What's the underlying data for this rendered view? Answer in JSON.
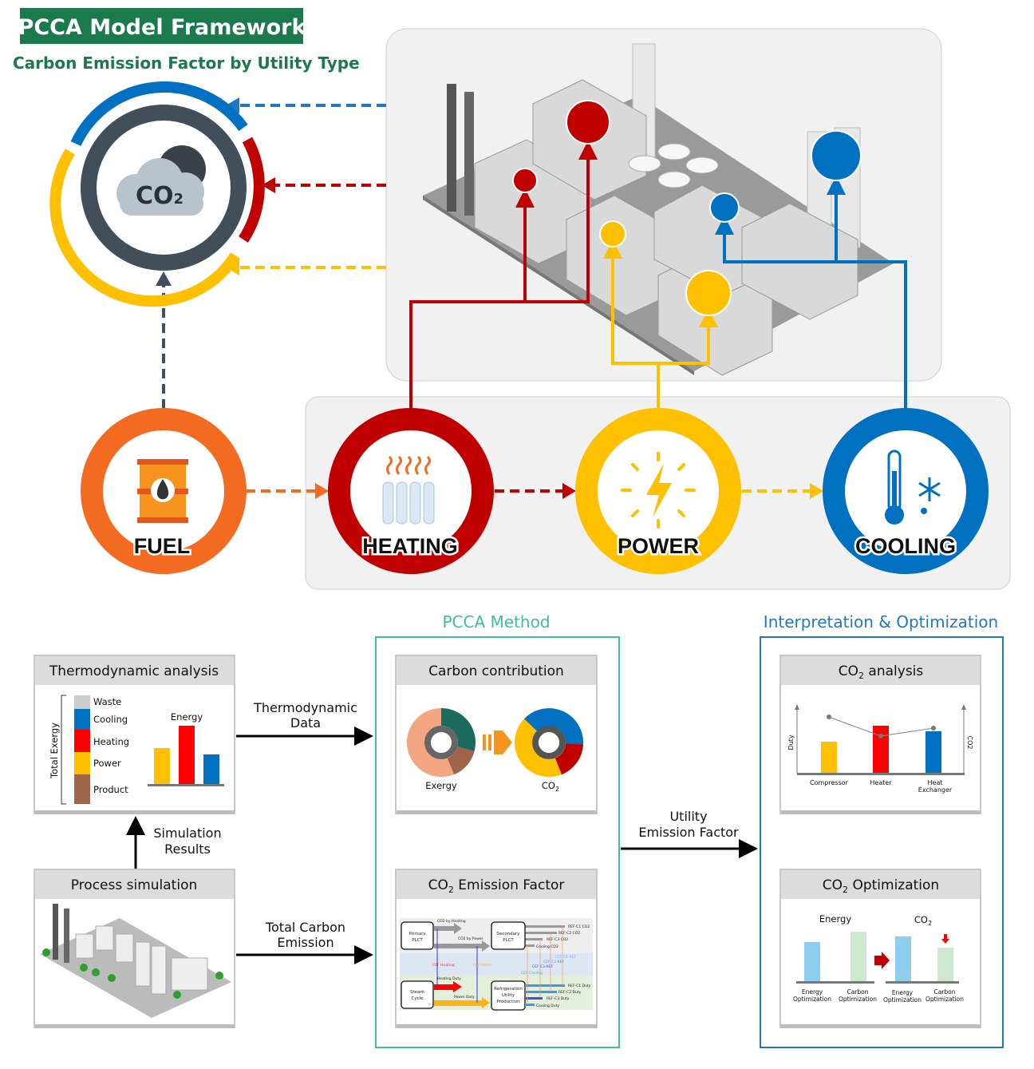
{
  "header": {
    "title": "PCCA Model Framework",
    "subtitle": "Carbon Emission Factor by Utility Type",
    "title_bg": "#1a7a4c",
    "subtitle_color": "#1a7a4c"
  },
  "co2_center": {
    "label_main": "CO",
    "label_sub": "2",
    "icon": "co2-cloud-icon"
  },
  "utilities": [
    {
      "label": "FUEL",
      "color": "#f26b21",
      "icon": "fuel-barrel-icon"
    },
    {
      "label": "HEATING",
      "color": "#c00000",
      "icon": "radiator-heat-icon"
    },
    {
      "label": "POWER",
      "color": "#ffc000",
      "icon": "lightning-icon"
    },
    {
      "label": "COOLING",
      "color": "#0070c0",
      "icon": "thermometer-snowflake-icon"
    }
  ],
  "sections": {
    "pcca_method": {
      "title": "PCCA Method",
      "color": "#3dbf9f"
    },
    "interpretation": {
      "title": "Interpretation & Optimization",
      "color": "#1f78c1"
    }
  },
  "boxes": {
    "thermo": {
      "title": "Thermodynamic analysis",
      "axis_label": "Total Exergy",
      "legend": [
        {
          "label": "Waste",
          "color": "#cccccc"
        },
        {
          "label": "Cooling",
          "color": "#0070c0"
        },
        {
          "label": "Heating",
          "color": "#ff0000"
        },
        {
          "label": "Power",
          "color": "#ffc000"
        },
        {
          "label": "Product",
          "color": "#a0644a"
        }
      ],
      "energy_label": "Energy"
    },
    "process": {
      "title": "Process simulation"
    },
    "carbon": {
      "title": "Carbon contribution",
      "left_label": "Exergy",
      "right_main": "CO",
      "right_sub": "2"
    },
    "emission": {
      "title_main": "CO",
      "title_sub": "2",
      "title_rest": " Emission Factor",
      "nodes": [
        "Primary",
        "PLCT",
        "Secondary",
        "PLCT",
        "Steam",
        "Cycle",
        "Refrigeration",
        "Utility",
        "Production"
      ],
      "flows": [
        "CO2 by Heating",
        "CO2 by Power",
        "REF-C1 CO2",
        "REF-C2 CO2",
        "REF-C3 CO2",
        "Cooling CO2",
        "Heating Duty",
        "Power Duty",
        "REF-C1 Duty",
        "REF-C2 Duty",
        "REF-C3 Duty",
        "Cooling Duty"
      ],
      "factors": [
        "CEF Heating",
        "CEF Power",
        "CEF Cooling",
        "CEF C3-REF",
        "CEF C2-REF",
        "CEF C1-REF"
      ]
    },
    "analysis": {
      "title_main": "CO",
      "title_sub": "2",
      "title_rest": " analysis",
      "y_left": "Duty",
      "y_right": "CO2",
      "categories": [
        "Compressor",
        "Heater",
        "Heat",
        "Exchanger"
      ]
    },
    "optimization": {
      "title_main": "CO",
      "title_sub": "2",
      "title_rest": " Optimization",
      "energy_label": "Energy",
      "co2_main": "CO",
      "co2_sub": "2",
      "cats": [
        "Energy",
        "Optimization",
        "Carbon",
        "Optimization",
        "Energy",
        "Optimization",
        "Carbon",
        "Optimization"
      ]
    }
  },
  "arrows": {
    "thermo_data": [
      "Thermodynamic",
      "Data"
    ],
    "sim_results": [
      "Simulation",
      "Results"
    ],
    "total_carbon": [
      "Total Carbon",
      "Emission"
    ],
    "utility_ef": [
      "Utility",
      "Emission Factor"
    ]
  }
}
